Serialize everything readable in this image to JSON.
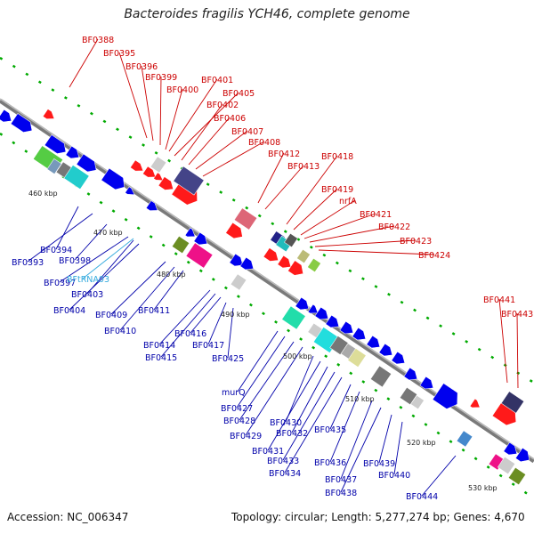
{
  "title": "Bacteroides fragilis YCH46, complete genome",
  "accession": "Accession: NC_006347",
  "topology": "Topology: circular; Length: 5,277,274 bp; Genes: 4,670",
  "colors": {
    "forward_label": "#cc0000",
    "reverse_label": "#0000aa",
    "rna_label": "#33aadd",
    "backbone": "#888888",
    "forward_gene": "#ff0000",
    "reverse_gene": "#0000ff",
    "tick": "#00aa00"
  },
  "ticks": [
    "460 kbp",
    "470 kbp",
    "480 kbp",
    "490 kbp",
    "500 kbp",
    "510 kbp",
    "520 kbp",
    "530 kbp"
  ],
  "forward_labels": [
    "BF0388",
    "BF0395",
    "BF0396",
    "BF0399",
    "BF0400",
    "BF0401",
    "BF0405",
    "BF0402",
    "BF0406",
    "BF0407",
    "BF0408",
    "BF0412",
    "BF0413",
    "BF0418",
    "BF0419",
    "nrfA",
    "BF0421",
    "BF0422",
    "BF0423",
    "BF0424",
    "BF0441",
    "BF0443"
  ],
  "reverse_labels": [
    "BF0394",
    "BF0393",
    "BF0398",
    "BF0397",
    "BF0403",
    "BF0404",
    "BF0409",
    "BF0410",
    "BF0411",
    "BF0414",
    "BF0415",
    "BF0416",
    "BF0417",
    "BF0425",
    "murQ",
    "BF0427",
    "BF0428",
    "BF0429",
    "BF0430",
    "BF0431",
    "BF0432",
    "BF0433",
    "BF0434",
    "BF0435",
    "BF0436",
    "BF0437",
    "BF0438",
    "BF0439",
    "BF0440",
    "BF0444"
  ],
  "rna_labels": [
    "BFtRNA03"
  ]
}
